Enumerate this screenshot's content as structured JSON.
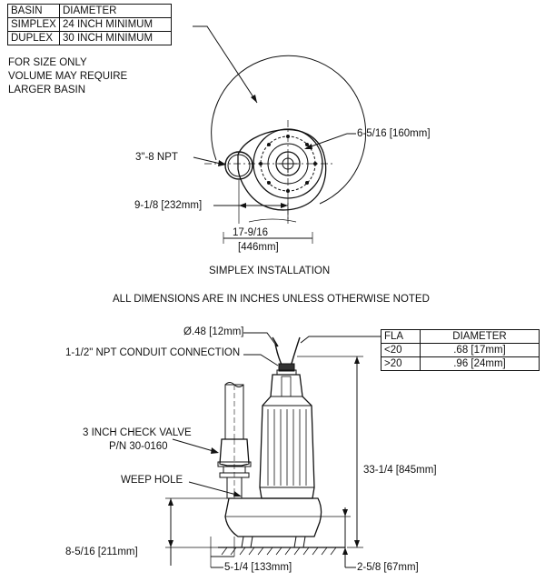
{
  "basin_table": {
    "headers": [
      "BASIN",
      "DIAMETER"
    ],
    "rows": [
      [
        "SIMPLEX",
        "24 INCH MINIMUM"
      ],
      [
        "DUPLEX",
        "30 INCH MINIMUM"
      ]
    ]
  },
  "notes": {
    "size_note_line1": "FOR SIZE ONLY",
    "size_note_line2": "VOLUME MAY REQUIRE",
    "size_note_line3": "LARGER BASIN",
    "simplex_installation": "SIMPLEX INSTALLATION",
    "all_dimensions": "ALL DIMENSIONS ARE IN INCHES UNLESS OTHERWISE NOTED"
  },
  "top_view": {
    "npt_label": "3\"-8 NPT",
    "dim_160": "6-5/16 [160mm]",
    "dim_232": "9-1/8 [232mm]",
    "dim_446_line1": "17-9/16",
    "dim_446_line2": "[446mm]"
  },
  "side_view": {
    "cable_dia": "Ø.48 [12mm]",
    "conduit": "1-1/2\" NPT CONDUIT CONNECTION",
    "check_valve_line1": "3 INCH CHECK VALVE",
    "check_valve_line2": "P/N 30-0160",
    "weep_hole": "WEEP HOLE",
    "dim_845": "33-1/4 [845mm]",
    "dim_211": "8-5/16 [211mm]",
    "dim_133": "5-1/4 [133mm]",
    "dim_67": "2-5/8 [67mm]"
  },
  "fla_table": {
    "headers": [
      "FLA",
      "DIAMETER"
    ],
    "rows": [
      [
        "<20",
        ".68 [17mm]"
      ],
      [
        ">20",
        ".96 [24mm]"
      ]
    ]
  }
}
